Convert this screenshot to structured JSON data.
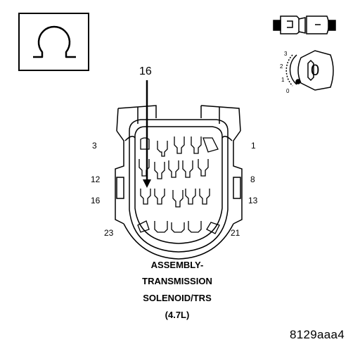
{
  "meter": {
    "symbol": "Ω",
    "switch_position": "0",
    "dial_numbers": [
      "3",
      "2",
      "1",
      "0"
    ]
  },
  "callout": {
    "pin": "16"
  },
  "pin_labels": {
    "left": [
      "3",
      "12",
      "16",
      "23"
    ],
    "right": [
      "1",
      "8",
      "13",
      "21"
    ]
  },
  "caption": {
    "line1": "ASSEMBLY-",
    "line2": "TRANSMISSION",
    "line3": "SOLENOID/TRS",
    "line4": "(4.7L)"
  },
  "figure_id": "8129aaa4"
}
